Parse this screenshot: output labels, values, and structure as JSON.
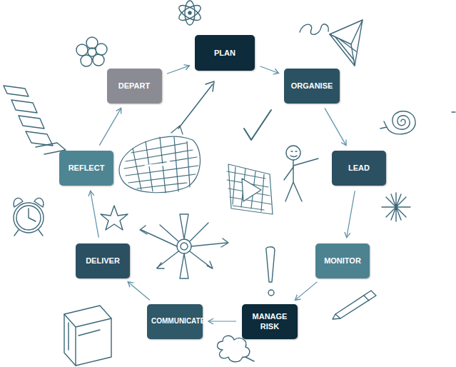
{
  "diagram": {
    "nodes": [
      {
        "text": [
          "PLAN"
        ]
      },
      {
        "text": [
          "ORGANISE"
        ]
      },
      {
        "text": [
          "LEAD"
        ]
      },
      {
        "text": [
          "MONITOR"
        ]
      },
      {
        "text": [
          "MANAGE RISK"
        ]
      },
      {
        "text": [
          "COMMUNICATE"
        ]
      },
      {
        "text": [
          "DELIVER"
        ]
      },
      {
        "text": [
          "REFLECT"
        ]
      },
      {
        "text": [
          "DEPART"
        ]
      }
    ],
    "edges": [
      {
        "from": 0,
        "to": 1,
        "arrow": "to"
      },
      {
        "from": 1,
        "to": 2,
        "arrow": "to"
      },
      {
        "from": 2,
        "to": 3,
        "arrow": "to"
      },
      {
        "from": 3,
        "to": 4,
        "arrow": "to"
      },
      {
        "from": 4,
        "to": 5,
        "arrow": "to"
      },
      {
        "from": 5,
        "to": 6,
        "arrow": "to"
      },
      {
        "from": 6,
        "to": 7,
        "arrow": "to"
      },
      {
        "from": 7,
        "to": 8,
        "arrow": "to"
      },
      {
        "from": 8,
        "to": 0,
        "arrow": "to"
      }
    ]
  }
}
